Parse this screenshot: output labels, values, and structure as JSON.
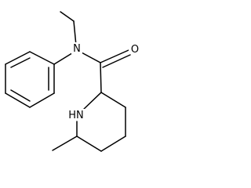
{
  "molecule": {
    "atoms": {
      "nitrogen_amide": "N",
      "oxygen_carbonyl": "O",
      "nitrogen_piperidine": "HN"
    },
    "colors": {
      "bond": "#000000",
      "label": "#000000",
      "background": "#ffffff"
    }
  }
}
